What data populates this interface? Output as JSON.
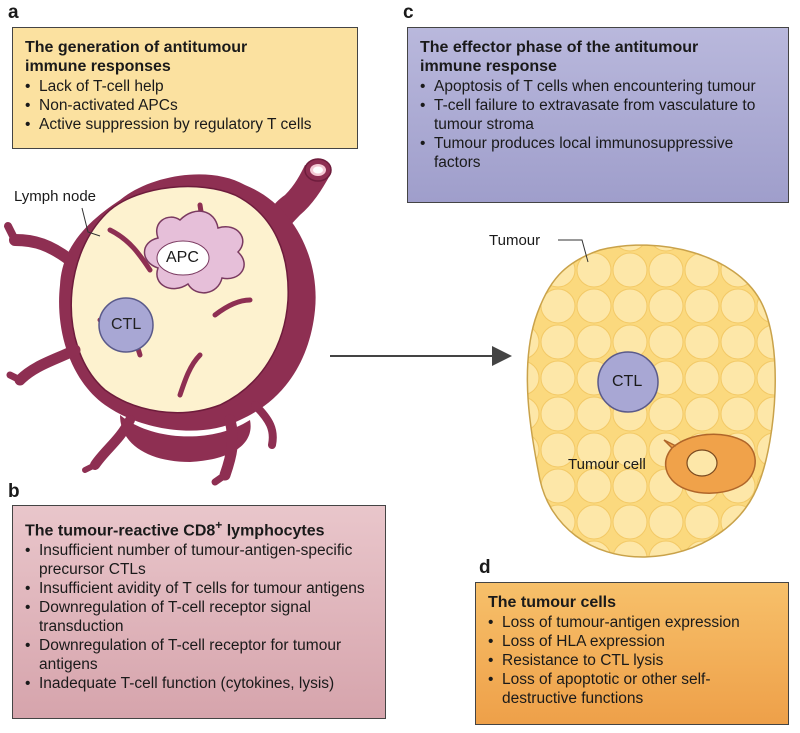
{
  "panels": {
    "a": {
      "letter": "a",
      "title_line1": "The generation of antitumour",
      "title_line2": "immune responses",
      "items": [
        "Lack of T-cell help",
        "Non-activated APCs",
        "Active suppression by regulatory T cells"
      ]
    },
    "b": {
      "letter": "b",
      "title": "The tumour-reactive CD8",
      "title_sup": "+",
      "title_end": " lymphocytes",
      "items": [
        "Insufficient number of tumour-antigen-specific precursor CTLs",
        "Insufficient avidity of T cells for tumour antigens",
        "Downregulation of T-cell receptor signal transduction",
        "Downregulation of T-cell receptor for tumour antigens",
        "Inadequate T-cell function (cytokines, lysis)"
      ]
    },
    "c": {
      "letter": "c",
      "title_line1": "The effector phase of the antitumour",
      "title_line2": "immune response",
      "items": [
        "Apoptosis of T cells when encountering tumour",
        "T-cell failure to extravasate from vasculature to tumour stroma",
        "Tumour produces local immunosuppressive factors"
      ]
    },
    "d": {
      "letter": "d",
      "title": "The tumour cells",
      "items": [
        "Loss of tumour-antigen expression",
        "Loss of HLA expression",
        "Resistance to CTL lysis",
        "Loss of apoptotic or other self-destructive functions"
      ]
    }
  },
  "labels": {
    "lymph_node": "Lymph node",
    "apc": "APC",
    "ctl_node": "CTL",
    "tumour": "Tumour",
    "ctl_tumour": "CTL",
    "tumour_cell": "Tumour cell"
  },
  "colors": {
    "vessel": "#8e2f52",
    "vessel_dark": "#6e1c3c",
    "node_fill": "#fdf2cf",
    "apc_fill": "#e6bfd9",
    "ctl_fill": "#a8a7d4",
    "tumour_fill": "#fbd97e",
    "tumour_cell_fill": "#f0a24a"
  }
}
